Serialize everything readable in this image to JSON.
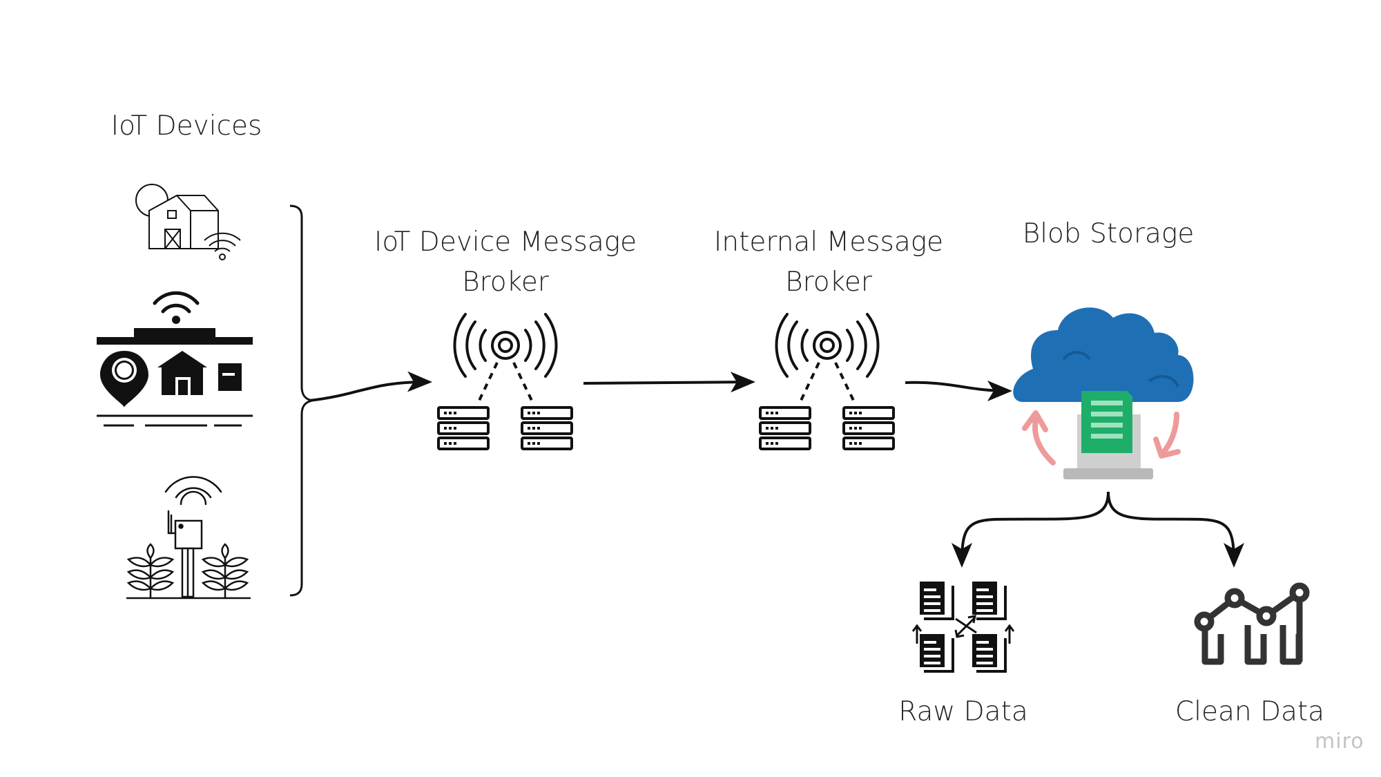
{
  "labels": {
    "iot_devices": "IoT Devices",
    "iot_broker_line1": "IoT Device Message",
    "iot_broker_line2": "Broker",
    "internal_broker_line1": "Internal Message",
    "internal_broker_line2": "Broker",
    "blob_storage": "Blob Storage",
    "raw_data": "Raw Data",
    "clean_data": "Clean Data"
  },
  "watermark": "miro",
  "colors": {
    "ink": "#111111",
    "cloud": "#1f6fb4",
    "cloud_dark": "#155a96",
    "file_green": "#1fae6a",
    "recycle_pink": "#ef9a9a",
    "laptop_gray": "#c9c9c9"
  }
}
